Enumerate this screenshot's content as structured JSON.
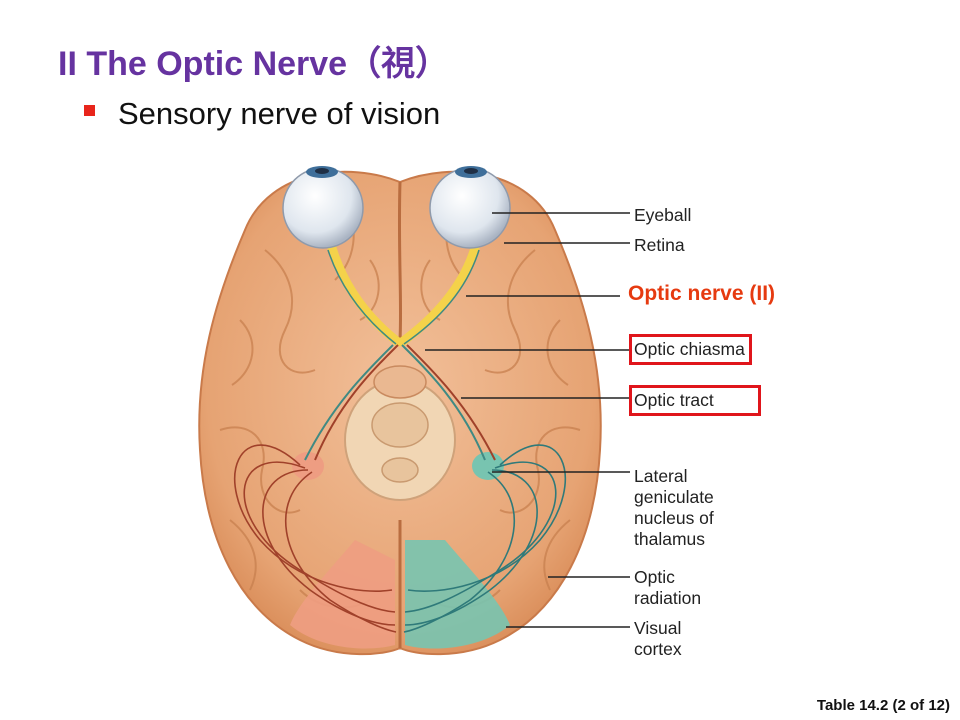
{
  "slide": {
    "title": "II The Optic Nerve（視）",
    "bullet": "Sensory nerve of vision",
    "footer": "Table 14.2 (2 of 12)"
  },
  "diagram": {
    "labels": {
      "eyeball": "Eyeball",
      "retina": "Retina",
      "optic_nerve": "Optic nerve (II)",
      "optic_chiasma": "Optic chiasma",
      "optic_tract": "Optic tract",
      "lateral_geniculate": [
        "Lateral",
        "geniculate",
        "nucleus of",
        "thalamus"
      ],
      "optic_radiation": [
        "Optic",
        "radiation"
      ],
      "visual_cortex": [
        "Visual",
        "cortex"
      ]
    },
    "colors": {
      "title": "#6633a0",
      "bullet": "#e8251b",
      "highlight_box": "#e0151b",
      "optic_nerve_label": "#e63a10",
      "brain": "#e9a878",
      "right_visual_pathway": "#2f7a7a",
      "left_visual_pathway": "#a0412a",
      "optic_nerve_fibers": "#f4d24a"
    }
  }
}
